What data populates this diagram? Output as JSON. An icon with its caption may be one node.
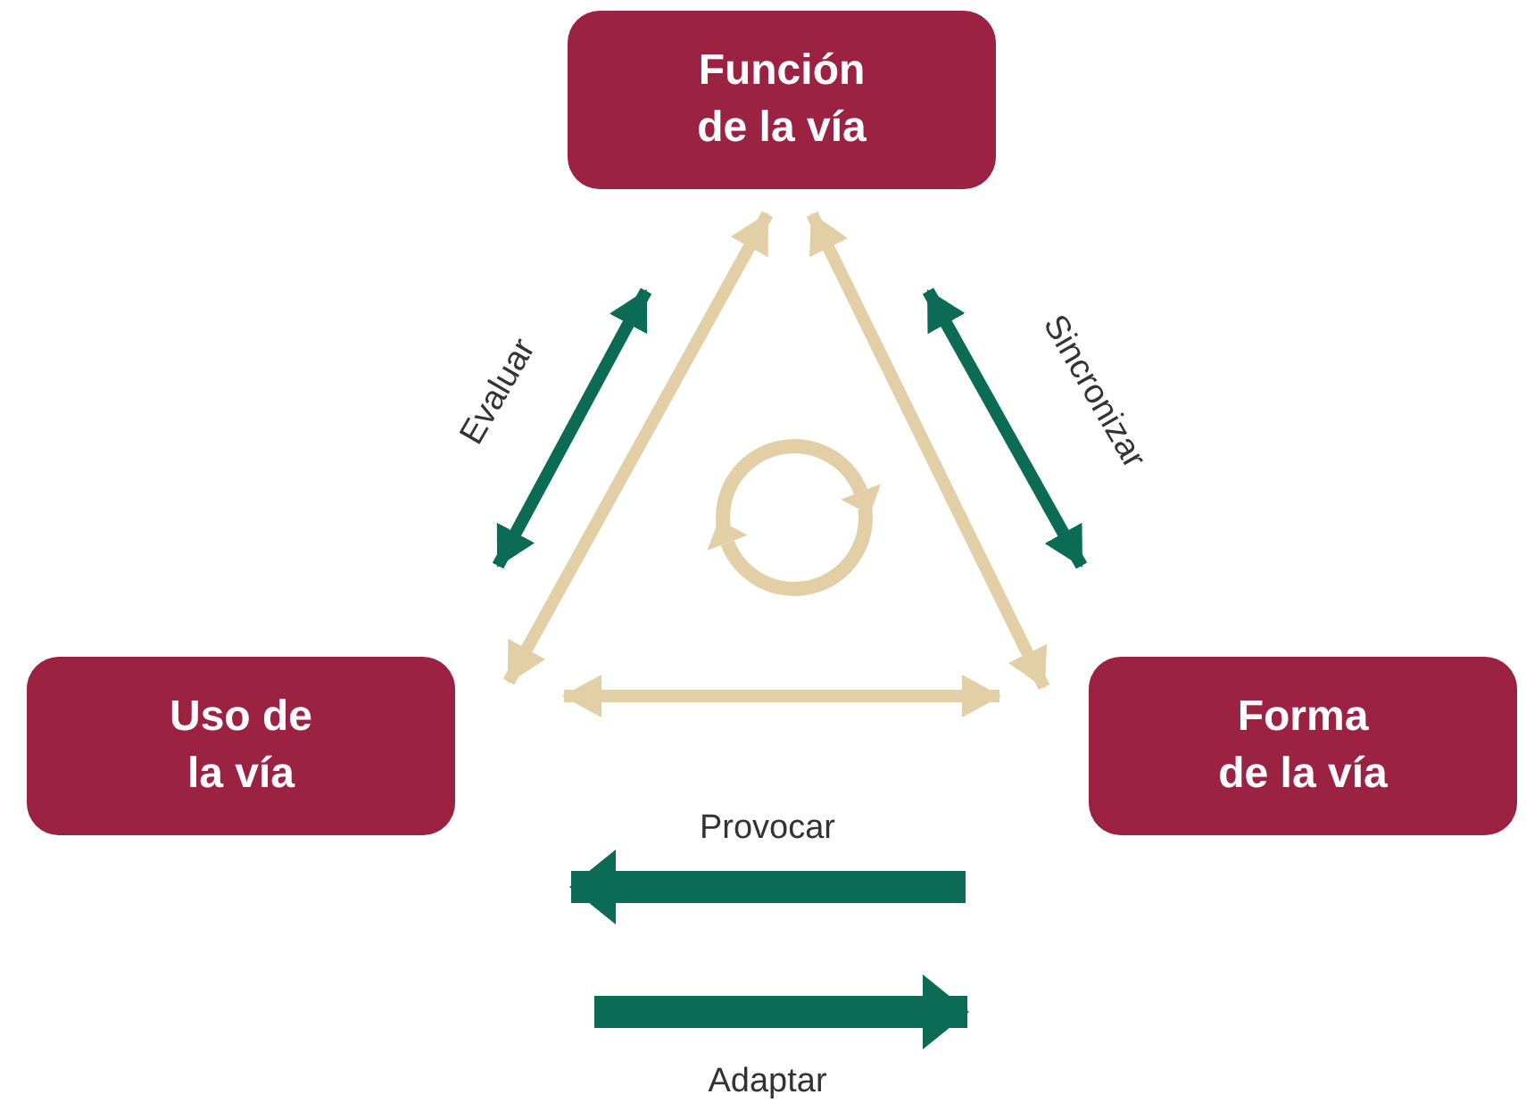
{
  "diagram": {
    "nodes": [
      {
        "text": [
          "Función de la vía"
        ]
      },
      {
        "text": [
          "Uso de la vía"
        ]
      },
      {
        "text": [
          "Forma de la vía"
        ]
      }
    ],
    "edges": [
      {
        "from": 0,
        "to": 1,
        "arrow": "both"
      },
      {
        "from": 0,
        "to": 2,
        "arrow": "both"
      },
      {
        "from": 1,
        "to": 2,
        "arrow": "both"
      },
      {
        "from": 0,
        "to": 1,
        "arrow": "both",
        "label": "Evaluar",
        "color": "#0b6b55"
      },
      {
        "from": 0,
        "to": 2,
        "arrow": "both",
        "label": "Sincronizar",
        "color": "#0b6b55"
      }
    ],
    "labels": [
      "Provocar",
      "Adaptar"
    ]
  }
}
